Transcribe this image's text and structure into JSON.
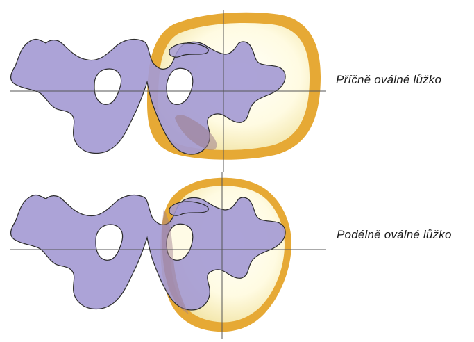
{
  "labels": {
    "transverse_oval": "Příčně oválné lůžko",
    "longitudinal_oval": "Podélně oválné lůžko"
  },
  "colors": {
    "bone_fill": "#a59bd4",
    "bone_stroke": "#2b2b2b",
    "rim_outer": "#e6a935",
    "rim_inner_light": "#fffdf0",
    "rim_inner_shade": "#f5ecb8",
    "axis_line": "#555555",
    "overlap": "#9d7d8d"
  },
  "figures": [
    {
      "name": "transverse-oval-figure",
      "shape": "transversely oval"
    },
    {
      "name": "longitudinal-oval-figure",
      "shape": "longitudinally oval"
    }
  ]
}
